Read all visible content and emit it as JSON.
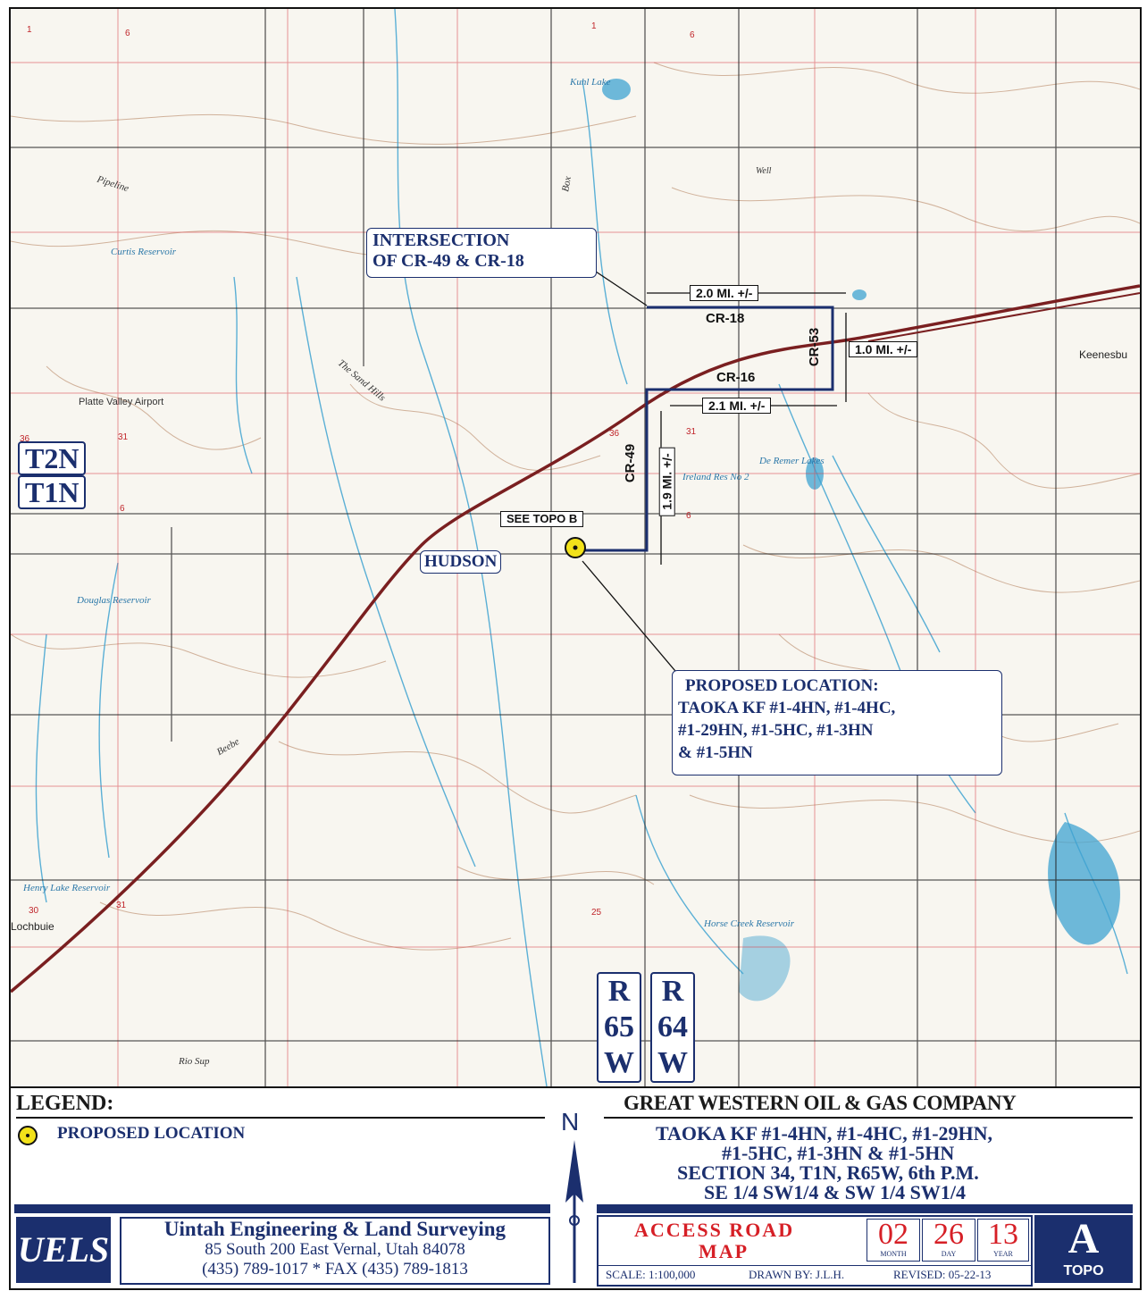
{
  "map": {
    "labels": {
      "intersection_line1": "INTERSECTION",
      "intersection_line2": "OF CR-49 & CR-18",
      "hudson": "HUDSON",
      "see_topo": "SEE TOPO B",
      "proposed_line1": "PROPOSED LOCATION:",
      "proposed_line2": "TAOKA KF #1-4HN, #1-4HC,",
      "proposed_line3": "#1-29HN, #1-5HC, #1-3HN",
      "proposed_line4": "& #1-5HN",
      "township_upper": "T2N",
      "township_lower": "T1N",
      "range_left": [
        "R",
        "65",
        "W"
      ],
      "range_right": [
        "R",
        "64",
        "W"
      ]
    },
    "roads": {
      "cr18": "CR-18",
      "cr16": "CR-16",
      "cr53": "CR-53",
      "cr49": "CR-49"
    },
    "distances": {
      "d1": "2.0 MI. +/-",
      "d2": "1.0 MI. +/-",
      "d3": "2.1 MI. +/-",
      "d4": "1.9 MI. +/-"
    },
    "place_names": {
      "kuhl_lake": "Kuhl Lake",
      "curtis_reservoir": "Curtis Reservoir",
      "platte_valley_airport": "Platte Valley Airport",
      "ireland_res": "Ireland Res No 2",
      "de_remer_lakes": "De Remer Lakes",
      "henry_lake": "Henry Lake Reservoir",
      "lochbuie": "Lochbuie",
      "keenesburg": "Keenesbu",
      "horse_creek": "Horse Creek Reservoir",
      "douglas_reservoir": "Douglas Reservoir",
      "pipeline": "Pipeline",
      "box_elder": "Box",
      "well": "Well",
      "the_sand_hills": "The Sand Hills",
      "beebe": "Beebe",
      "rio_ranch": "Rio Sup"
    },
    "section_numbers": [
      "1",
      "6",
      "1",
      "6",
      "36",
      "31",
      "36",
      "31",
      "6",
      "25",
      "30",
      "31",
      "6"
    ]
  },
  "legend": {
    "title": "LEGEND:",
    "item": "PROPOSED LOCATION",
    "north": "N"
  },
  "company": {
    "name": "GREAT WESTERN OIL & GAS COMPANY",
    "line1": "TAOKA KF #1-4HN, #1-4HC, #1-29HN,",
    "line2": "#1-5HC, #1-3HN & #1-5HN",
    "line3": "SECTION 34, T1N, R65W, 6th P.M.",
    "line4": "SE 1/4 SW1/4 & SW 1/4 SW1/4"
  },
  "surveyor": {
    "logo": "UELS",
    "name": "Uintah Engineering & Land Surveying",
    "address": "85 South 200 East Vernal, Utah 84078",
    "phone": "(435) 789-1017 * FAX (435) 789-1813"
  },
  "titleblock": {
    "title1": "ACCESS ROAD",
    "title2": "MAP",
    "month": "02",
    "day": "26",
    "year": "13",
    "month_lbl": "MONTH",
    "day_lbl": "DAY",
    "year_lbl": "YEAR",
    "scale": "SCALE: 1:100,000",
    "drawn": "DRAWN BY: J.L.H.",
    "revised": "REVISED: 05-22-13",
    "sheet": "A",
    "sheet_lbl": "TOPO"
  },
  "colors": {
    "navy": "#1b2f6e",
    "grid_red": "#d9424a",
    "water_blue": "#3fa3d1",
    "contour": "#b07a55",
    "highway": "#7a1f20",
    "marker_yellow": "#f2e21a"
  }
}
